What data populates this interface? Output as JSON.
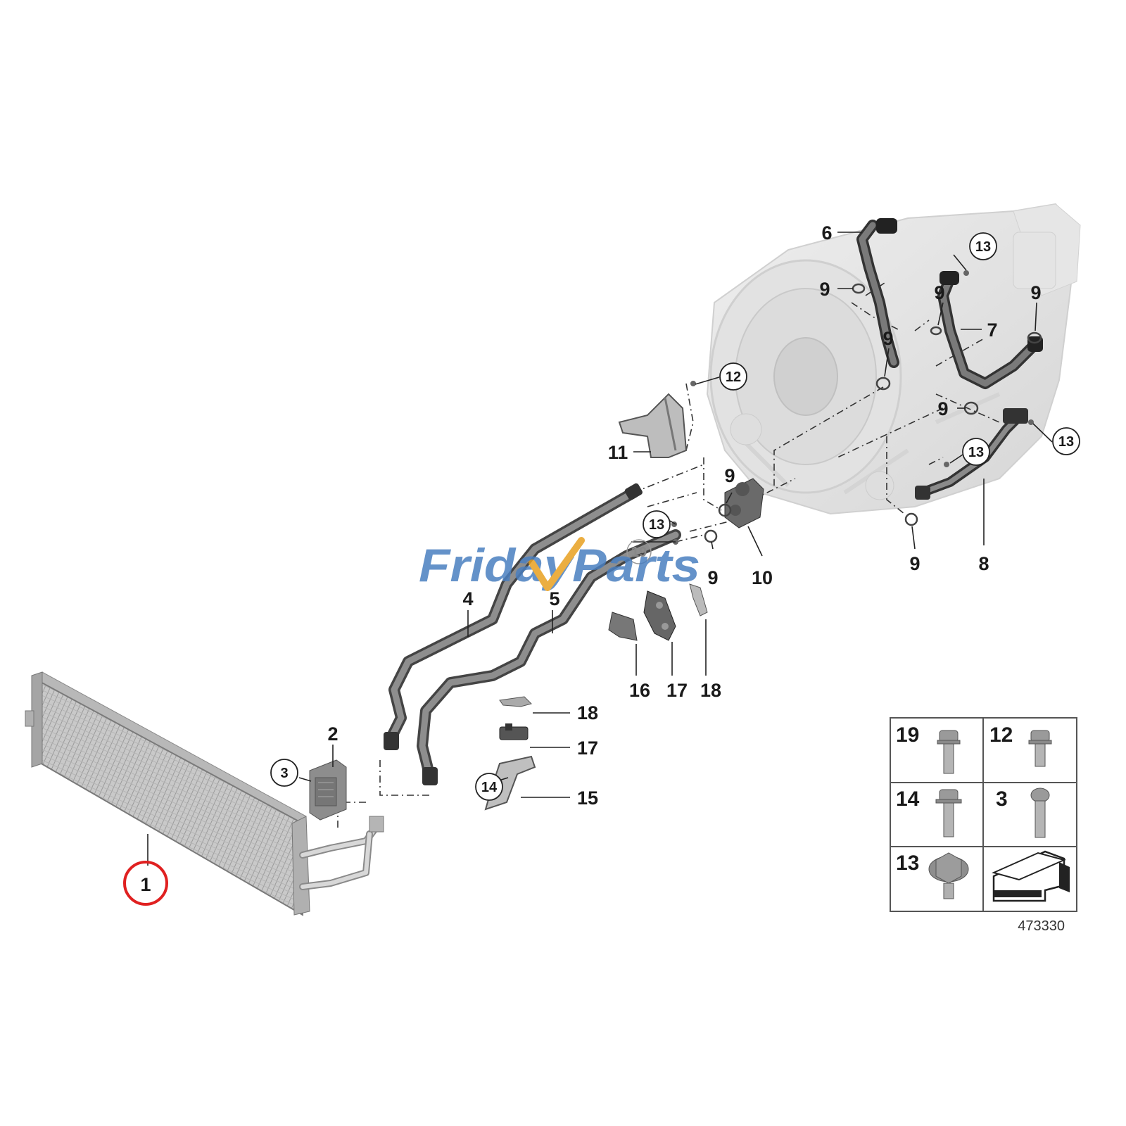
{
  "watermark": {
    "brand": "FridayParts",
    "text_color": "#4a7fc0",
    "check_color": "#e8a020"
  },
  "diagram_id": "473330",
  "highlight_color": "#e02020",
  "callouts": {
    "p1": "1",
    "p2": "2",
    "p3": "3",
    "p4": "4",
    "p5": "5",
    "p6": "6",
    "p7": "7",
    "p8": "8",
    "p9a": "9",
    "p9b": "9",
    "p9c": "9",
    "p9d": "9",
    "p9e": "9",
    "p9f": "9",
    "p9g": "9",
    "p9h": "9",
    "p10": "10",
    "p11": "11",
    "p12": "12",
    "p13a": "13",
    "p13b": "13",
    "p13c": "13",
    "p13d": "13",
    "p14": "14",
    "p15": "15",
    "p16": "16",
    "p17a": "17",
    "p17b": "17",
    "p18a": "18",
    "p18b": "18",
    "p19": "19"
  },
  "legend": {
    "cells": [
      {
        "label": "19"
      },
      {
        "label": "12"
      },
      {
        "label": "14"
      },
      {
        "label": "3"
      },
      {
        "label": "13"
      },
      {
        "label": ""
      }
    ]
  }
}
